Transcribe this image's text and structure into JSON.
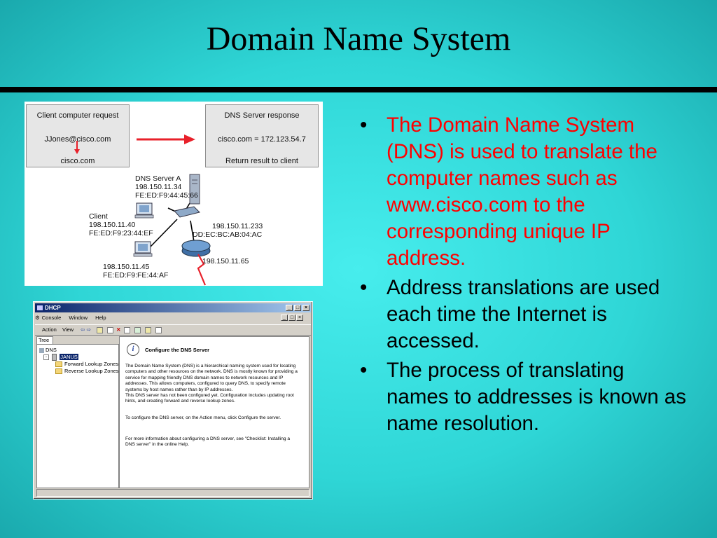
{
  "slide": {
    "title": "Domain Name System",
    "bullets": [
      {
        "text": "The Domain Name System (DNS) is used to translate the computer names such as www.cisco.com to the corresponding unique IP address.",
        "color": "#ff0000"
      },
      {
        "text": "Address translations are used each time the Internet is accessed.",
        "color": "#000000"
      },
      {
        "text": "The process of translating names to addresses is known as name resolution.",
        "color": "#000000"
      }
    ],
    "bullet_glyph": "•"
  },
  "diagram": {
    "client_request": {
      "header": "Client computer request",
      "line1": "JJones@cisco.com",
      "line2": "cisco.com"
    },
    "server_response": {
      "header": "DNS Server response",
      "line1": "cisco.com = 172.123.54.7",
      "line2": "Return result to client"
    },
    "dns_server": {
      "name": "DNS Server A",
      "ip": "198.150.11.34",
      "mac": "FE:ED:F9:44:45:66"
    },
    "client": {
      "name": "Client",
      "ip": "198.150.11.40",
      "mac": "FE:ED:F9:23:44:EF"
    },
    "host2": {
      "ip": "198.150.11.45",
      "mac": "FE:ED:F9:FE:44:AF"
    },
    "router": {
      "ip": "198.150.11.233",
      "mac": "DD:EC:BC:AB:04:AC"
    },
    "wan_ip": "198.150.11.65",
    "arrow_color": "#e8202a"
  },
  "dhcp_window": {
    "title": "DHCP",
    "menu": [
      "Console",
      "Window",
      "Help"
    ],
    "toolbar": [
      "Action",
      "View"
    ],
    "window_controls": [
      "_",
      "□",
      "×"
    ],
    "inner_controls": [
      "_",
      "□",
      "×"
    ],
    "tree_tab": "Tree",
    "tree": {
      "root": "DNS",
      "server": "JANUS",
      "children": [
        "Forward Lookup Zones",
        "Reverse Lookup Zones"
      ]
    },
    "heading": "Configure the DNS Server",
    "paragraphs": [
      "The Domain Name System (DNS) is a hierarchical naming system used for locating computers and other resources on the network. DNS is mostly known for providing a service for mapping friendly DNS domain names to network resources and IP addresses. This allows computers, configured to query DNS, to specify remote systems by host names rather than by IP addresses.",
      "This DNS server has not been configured yet. Configuration includes updating root hints, and creating forward and reverse lookup zones.",
      "To configure the DNS server, on the Action menu, click Configure the server.",
      "For more information about configuring a DNS server, see \"Checklist: Installing a DNS server\" in the online Help."
    ],
    "title_bar_color": "#0a246a"
  }
}
